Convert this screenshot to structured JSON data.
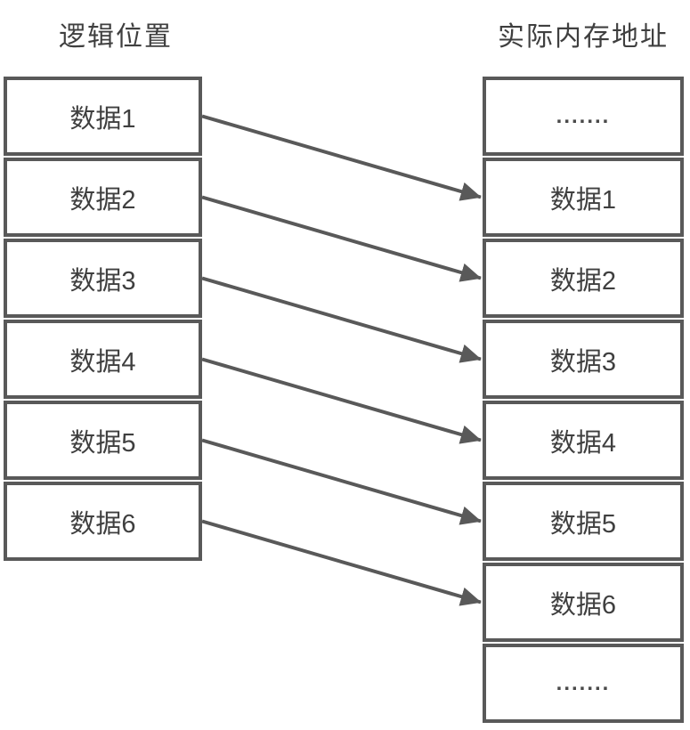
{
  "titles": {
    "left": "逻辑位置",
    "right": "实际内存地址"
  },
  "left_column": {
    "title": "逻辑位置",
    "cells": [
      "数据1",
      "数据2",
      "数据3",
      "数据4",
      "数据5",
      "数据6"
    ]
  },
  "right_column": {
    "title": "实际内存地址",
    "cells": [
      ".......",
      "数据1",
      "数据2",
      "数据3",
      "数据4",
      "数据5",
      "数据6",
      "......."
    ]
  },
  "arrows": [
    {
      "from_index": 0,
      "to_index": 1
    },
    {
      "from_index": 1,
      "to_index": 2
    },
    {
      "from_index": 2,
      "to_index": 3
    },
    {
      "from_index": 3,
      "to_index": 4
    },
    {
      "from_index": 4,
      "to_index": 5
    },
    {
      "from_index": 5,
      "to_index": 6
    }
  ],
  "colors": {
    "border": "#595959",
    "arrow": "#595959",
    "text": "#3f3f3f"
  }
}
